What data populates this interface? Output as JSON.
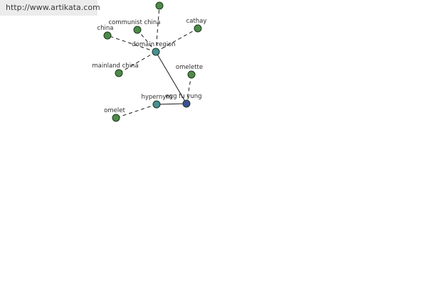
{
  "site": {
    "url": "http://www.artikata.com"
  },
  "graph": {
    "nodes": {
      "top": {
        "label": "",
        "color": "#4e8a4a"
      },
      "china": {
        "label": "china",
        "color": "#4e8a4a"
      },
      "communist_china": {
        "label": "communist china",
        "color": "#4e8a4a"
      },
      "cathay": {
        "label": "cathay",
        "color": "#4e8a4a"
      },
      "domain_region": {
        "label": "domain region",
        "color": "#4a8f94"
      },
      "mainland_china": {
        "label": "mainland china",
        "color": "#4e8a4a"
      },
      "omelette": {
        "label": "omelette",
        "color": "#4e8a4a"
      },
      "hypernym": {
        "label": "hypernym",
        "color": "#4a8f94"
      },
      "egg_fu_yung": {
        "label": "egg fu yung",
        "color": "#3f4f96"
      },
      "omelet": {
        "label": "omelet",
        "color": "#4e8a4a"
      }
    },
    "edges": [
      {
        "from": "domain_region",
        "to": "top",
        "style": "dashed"
      },
      {
        "from": "domain_region",
        "to": "china",
        "style": "dashed"
      },
      {
        "from": "domain_region",
        "to": "communist_china",
        "style": "dashed"
      },
      {
        "from": "domain_region",
        "to": "cathay",
        "style": "dashed"
      },
      {
        "from": "domain_region",
        "to": "mainland_china",
        "style": "dashed"
      },
      {
        "from": "domain_region",
        "to": "egg_fu_yung",
        "style": "solid"
      },
      {
        "from": "hypernym",
        "to": "egg_fu_yung",
        "style": "solid"
      },
      {
        "from": "hypernym",
        "to": "omelet",
        "style": "dashed"
      },
      {
        "from": "egg_fu_yung",
        "to": "omelette",
        "style": "dashed"
      }
    ]
  }
}
